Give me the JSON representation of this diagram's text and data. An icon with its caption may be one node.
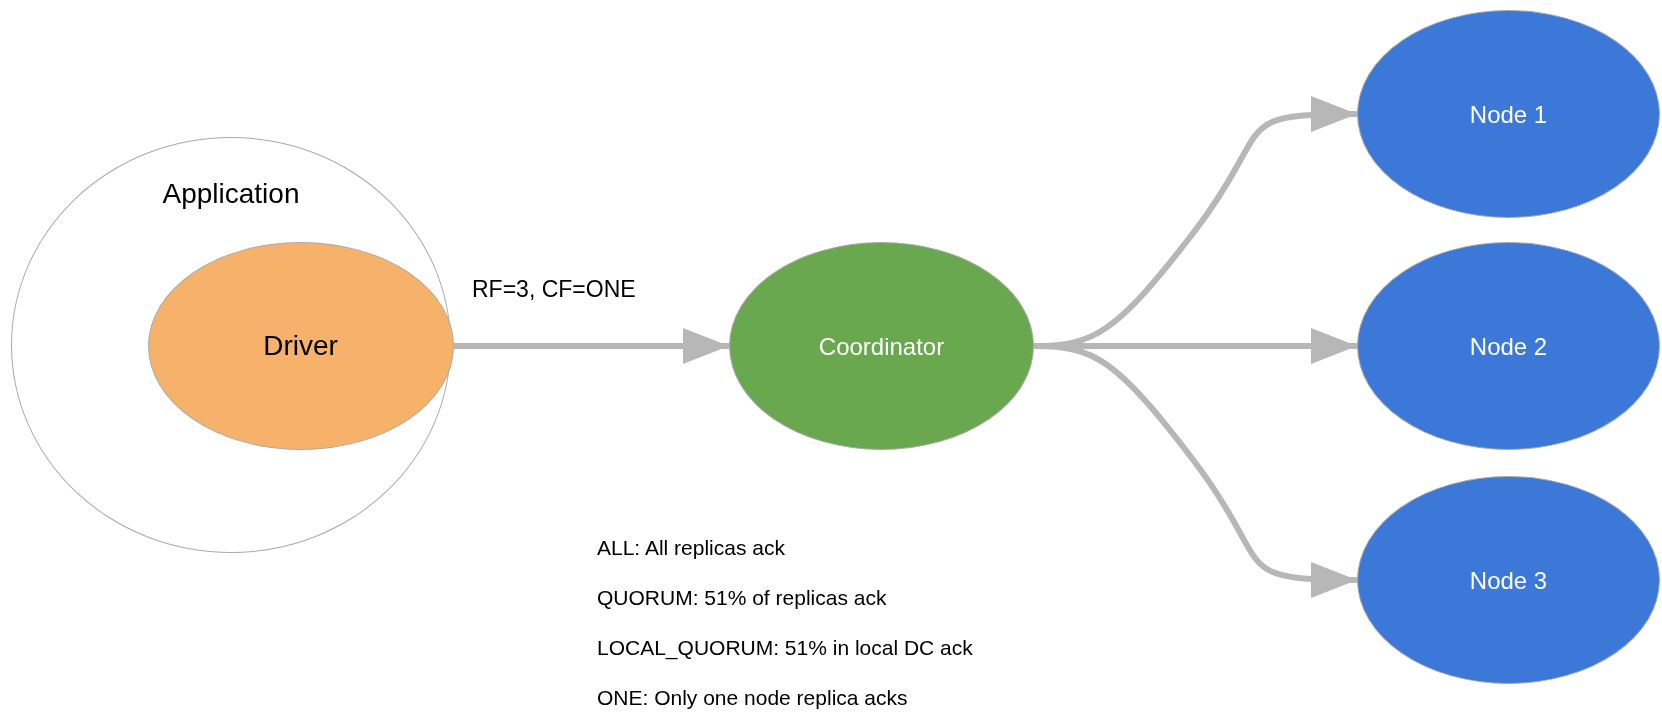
{
  "diagram": {
    "nodes": [
      {
        "text": [
          "Application"
        ]
      },
      {
        "text": [
          "Driver"
        ],
        "in": 0
      },
      {
        "text": [
          "Coordinator"
        ]
      },
      {
        "text": [
          "Node 1"
        ]
      },
      {
        "text": [
          "Node 2"
        ]
      },
      {
        "text": [
          "Node 3"
        ]
      }
    ],
    "edges": [
      {
        "from": 1,
        "to": 2,
        "arrow": "to",
        "label": "RF=3, CF=ONE"
      },
      {
        "from": 2,
        "to": 3,
        "arrow": "to"
      },
      {
        "from": 2,
        "to": 4,
        "arrow": "to"
      },
      {
        "from": 2,
        "to": 5,
        "arrow": "to"
      }
    ],
    "labels": [
      "ALL: All replicas ack",
      "QUORUM: 51% of replicas ack",
      "LOCAL_QUORUM: 51% in local DC ack",
      "ONE: Only one node replica acks"
    ]
  }
}
